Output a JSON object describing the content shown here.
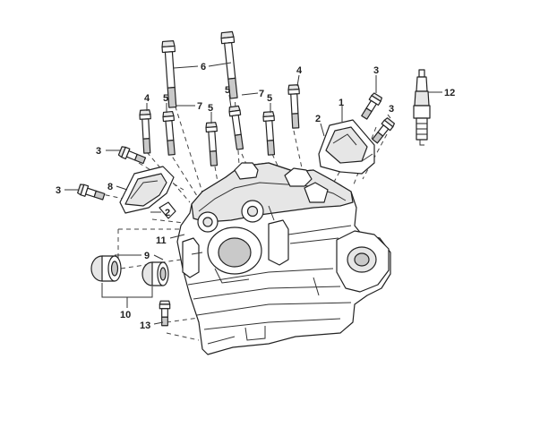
{
  "callouts": {
    "c1": "1",
    "c2a": "2",
    "c2b": "2",
    "c3a": "3",
    "c3b": "3",
    "c3c": "3",
    "c3d": "3",
    "c4a": "4",
    "c4b": "4",
    "c5a": "5",
    "c5b": "5",
    "c5c": "5",
    "c5d": "5",
    "c6": "6",
    "c7a": "7",
    "c7b": "7",
    "c8": "8",
    "c9": "9",
    "c10": "10",
    "c11": "11",
    "c12": "12",
    "c13": "13"
  }
}
